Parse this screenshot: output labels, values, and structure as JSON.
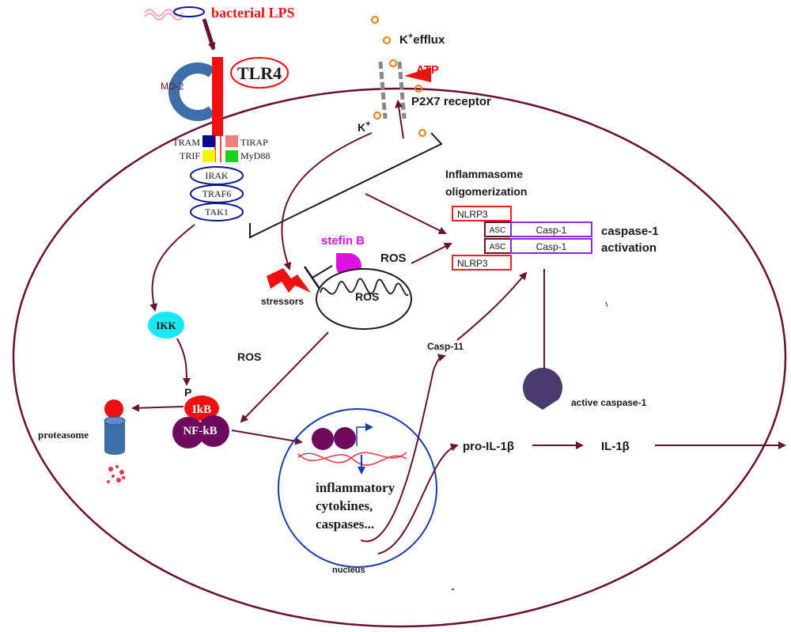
{
  "labels": {
    "bacterial_lps": "bacterial LPS",
    "tlr4": "TLR4",
    "md2": "MD-2",
    "tram": "TRAM",
    "trif": "TRIF",
    "tirap": "TIRAP",
    "myd88": "MyD88",
    "irak": "IRAK",
    "traf6": "TRAF6",
    "tak1": "TAK1",
    "k_efflux_k": "K",
    "k_efflux_plus": "+",
    "k_efflux_word": "efflux",
    "atp": "ATP",
    "p2x7": "P2X7 receptor",
    "k_in": "K",
    "k_in_plus": "+",
    "inflammasome_line1": "Inflammasome",
    "inflammasome_line2": "oligomerization",
    "nlrp3_top": "NLRP3",
    "asc_top": "ASC",
    "casp1_top": "Casp-1",
    "asc_bottom": "ASC",
    "casp1_bottom": "Casp-1",
    "nlrp3_bottom": "NLRP3",
    "caspase1_activation_line1": "caspase-1",
    "caspase1_activation_line2": "activation",
    "stefin_b": "stefin B",
    "ros_near_mito": "ROS",
    "ros_in_mito": "ROS",
    "stressors": "stressors",
    "ikk": "IKK",
    "ros_left": "ROS",
    "p": "P",
    "ikb": "IkB",
    "nfkb": "NF-kB",
    "proteasome": "proteasome",
    "casp11": "Casp-11",
    "active_caspase1": "active caspase-1",
    "nucleus_text_line1": "inflammatory",
    "nucleus_text_line2": "cytokines,",
    "nucleus_text_line3": "caspases...",
    "nucleus": "nucleus",
    "pro_il1b": "pro-IL-1β",
    "il1b": "IL-1β"
  },
  "colors": {
    "pathway_arrow": "#6b1035",
    "tlr4_red": "#ee1111",
    "lps_text": "#ee1111",
    "md2_blue": "#3d6fa8",
    "tram_navy": "#0a0a8a",
    "tirap_pink": "#f08080",
    "trif_yellow": "#f5f500",
    "myd88_green": "#18d018",
    "oval_outline": "#0a1a8a",
    "ikk_cyan": "#18e8f0",
    "ikb_red": "#ee1111",
    "nfkb_purple": "#6e0a5e",
    "stefin_magenta": "#e010e0",
    "nlrp3_red": "#ee2222",
    "asc_maroon": "#6b1035",
    "casp_purple": "#8a2be2",
    "active_casp_purple": "#4b3a6e",
    "nucleus_blue": "#1a3aa8",
    "potassium_orange": "#f07a10"
  }
}
